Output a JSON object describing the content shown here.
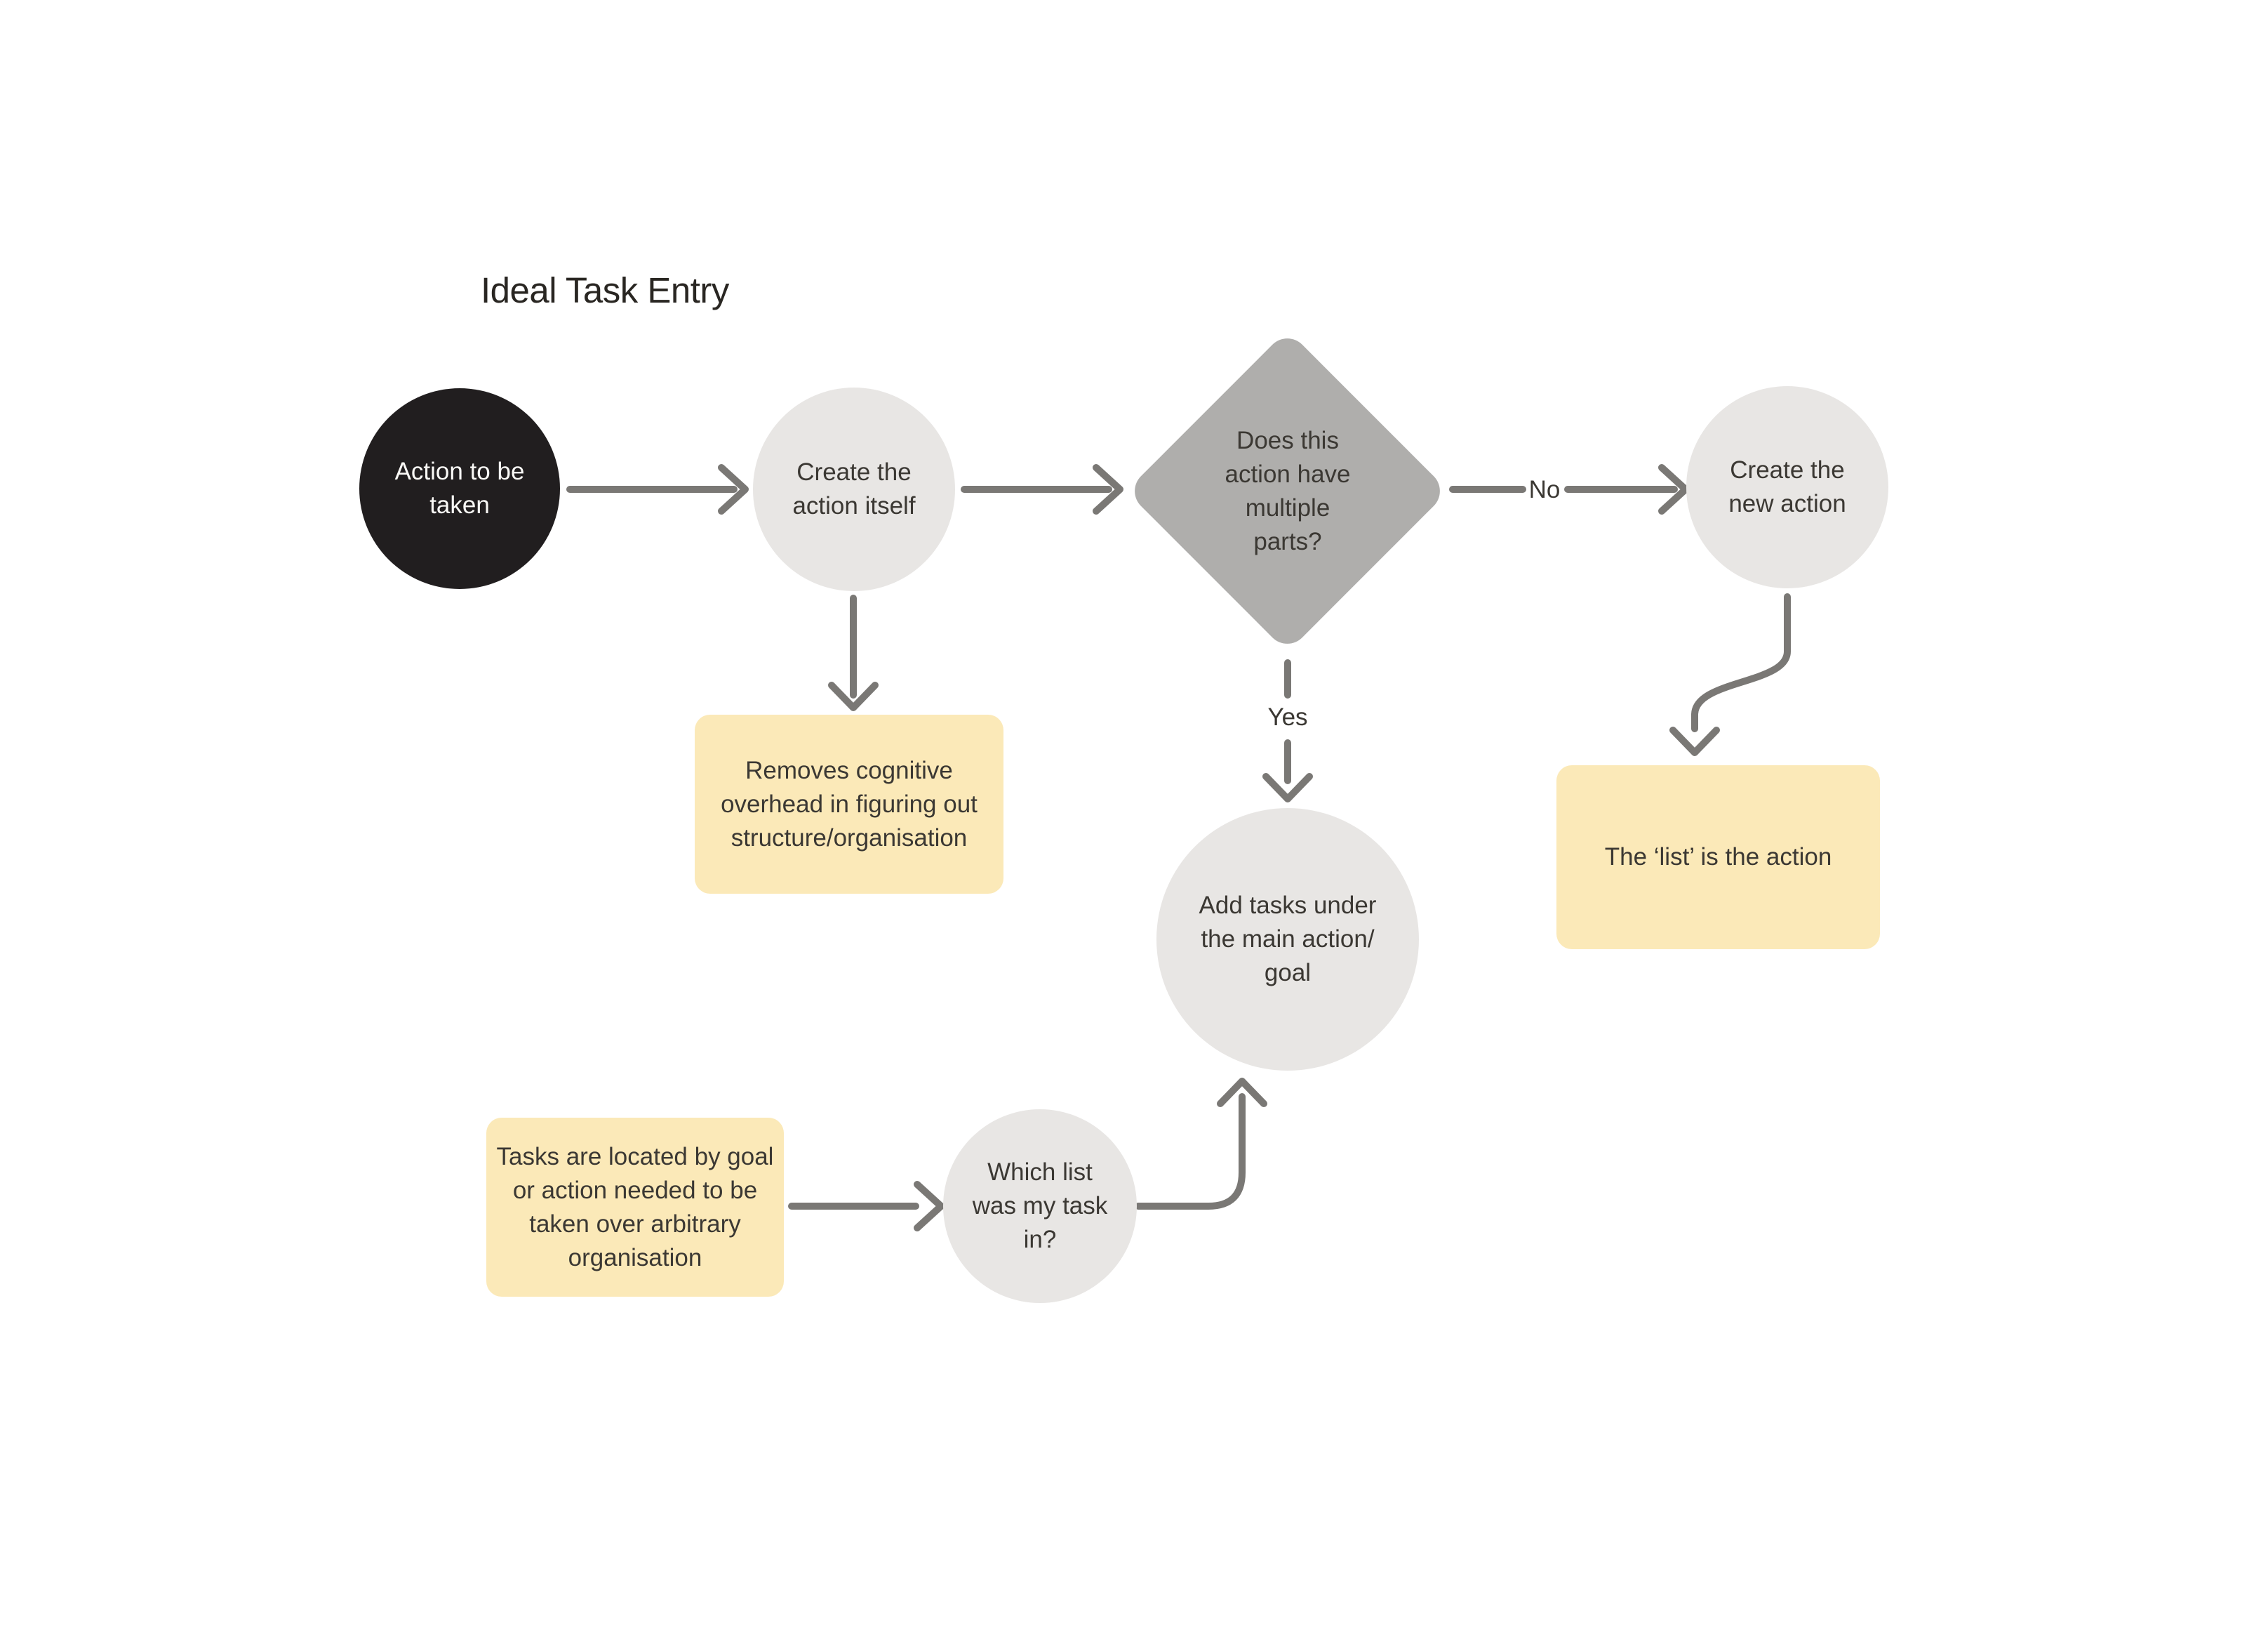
{
  "title": "Ideal Task Entry",
  "colors": {
    "background": "#FFFFFF",
    "node_dark": "#211E1F",
    "node_gray": "#E8E6E4",
    "diamond_gray": "#AFAEAC",
    "note_yellow": "#FBE9B8",
    "arrow_gray": "#7A7875",
    "text_dark": "#3B3833",
    "text_light": "#FAF9F6"
  },
  "nodes": {
    "start": {
      "label": "Action to be taken",
      "lines": [
        "Action to be",
        "taken"
      ],
      "shape": "circle"
    },
    "create_action": {
      "label": "Create the action itself",
      "lines": [
        "Create the",
        "action itself"
      ],
      "shape": "circle"
    },
    "decision": {
      "label": "Does this action have multiple parts?",
      "lines": [
        "Does this",
        "action have",
        "multiple",
        "parts?"
      ],
      "shape": "diamond"
    },
    "create_new_action": {
      "label": "Create the new action",
      "lines": [
        "Create the",
        "new action"
      ],
      "shape": "circle"
    },
    "add_tasks": {
      "label": "Add tasks under the main action/goal",
      "lines": [
        "Add tasks under",
        "the main action/",
        "goal"
      ],
      "shape": "circle"
    },
    "which_list": {
      "label": "Which list was my task in?",
      "lines": [
        "Which list",
        "was my task",
        "in?"
      ],
      "shape": "circle"
    }
  },
  "notes": {
    "removes_overhead": {
      "label": "Removes cognitive overhead in figuring out structure/organisation",
      "lines": [
        "Removes cognitive",
        "overhead in figuring out",
        "structure/organisation"
      ]
    },
    "list_is_action": {
      "label": "The ‘list’ is the action",
      "lines": [
        "The ‘list’ is the action"
      ]
    },
    "tasks_located": {
      "label": "Tasks are located by goal or action needed to be taken over arbitrary organisation",
      "lines": [
        "Tasks are located by goal",
        "or action needed to be",
        "taken over arbitrary",
        "organisation"
      ]
    }
  },
  "edge_labels": {
    "no": "No",
    "yes": "Yes"
  },
  "edges": [
    {
      "from": "start",
      "to": "create_action",
      "label": ""
    },
    {
      "from": "create_action",
      "to": "decision",
      "label": ""
    },
    {
      "from": "create_action",
      "to": "removes_overhead",
      "label": ""
    },
    {
      "from": "decision",
      "to": "create_new_action",
      "label": "No"
    },
    {
      "from": "decision",
      "to": "add_tasks",
      "label": "Yes"
    },
    {
      "from": "create_new_action",
      "to": "list_is_action",
      "label": ""
    },
    {
      "from": "tasks_located",
      "to": "which_list",
      "label": ""
    },
    {
      "from": "which_list",
      "to": "add_tasks",
      "label": ""
    }
  ]
}
